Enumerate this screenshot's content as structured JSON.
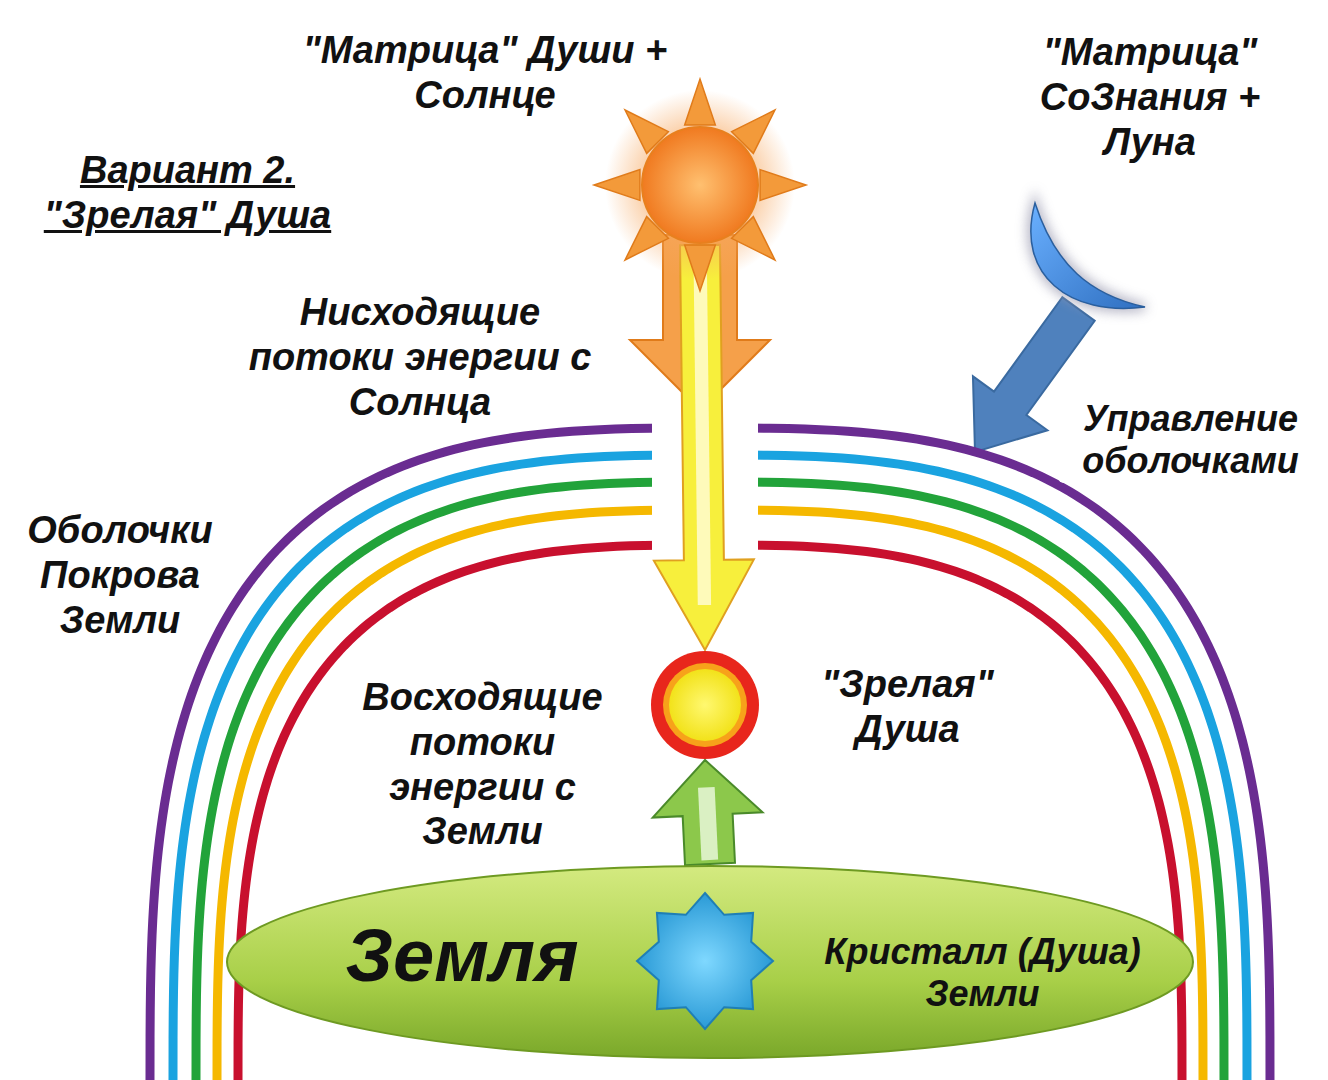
{
  "diagram": {
    "title": "Вариант 2. \"Зрелая\" Душа",
    "nodes": [
      {
        "text": [
          "\"Матрица\" Души + Солнце"
        ]
      },
      {
        "text": [
          "\"Матрица\" СоЗнания + Луна"
        ]
      },
      {
        "text": [
          "Оболочки Покрова Земли"
        ]
      },
      {
        "text": [
          "\"Зрелая\" Душа"
        ]
      },
      {
        "text": [
          "Земля"
        ]
      },
      {
        "text": [
          "Кристалл (Душа) Земли"
        ],
        "in": 4
      }
    ],
    "edges": [
      {
        "from": 0,
        "to": 3,
        "arrow": "to",
        "label": "Нисходящие потоки энергии с Солнца"
      },
      {
        "from": 4,
        "to": 3,
        "arrow": "to",
        "label": "Восходящие потоки энергии с Земли"
      },
      {
        "from": 1,
        "to": 2,
        "arrow": "to",
        "label": "Управление оболочками"
      }
    ]
  }
}
